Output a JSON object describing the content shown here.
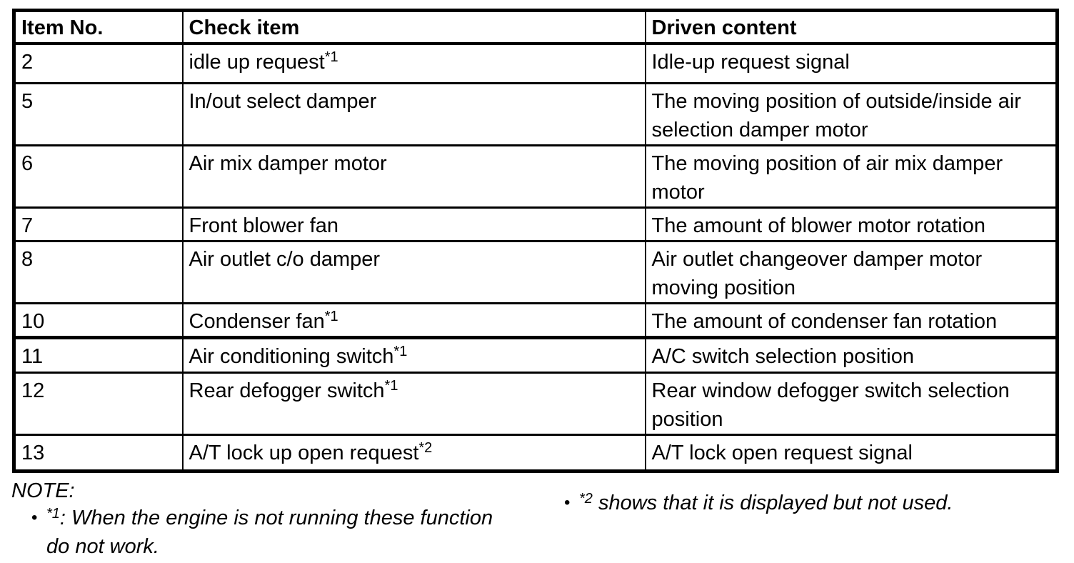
{
  "table": {
    "columns": [
      "Item No.",
      "Check item",
      "Driven content"
    ],
    "rows": [
      {
        "item_no": "2",
        "check_item": "idle up request",
        "check_item_sup": "*1",
        "driven_content": "Idle-up request signal"
      },
      {
        "item_no": "5",
        "check_item": "In/out select damper",
        "check_item_sup": "",
        "driven_content": "The moving position of outside/inside air selection damper motor"
      },
      {
        "item_no": "6",
        "check_item": "Air mix damper motor",
        "check_item_sup": "",
        "driven_content": "The moving position of air mix damper motor"
      },
      {
        "item_no": "7",
        "check_item": "Front blower fan",
        "check_item_sup": "",
        "driven_content": "The amount of blower motor rotation"
      },
      {
        "item_no": "8",
        "check_item": "Air outlet c/o damper",
        "check_item_sup": "",
        "driven_content": "Air outlet changeover damper motor moving position"
      },
      {
        "item_no": "10",
        "check_item": "Condenser fan",
        "check_item_sup": "*1",
        "driven_content": "The amount of condenser fan rotation"
      },
      {
        "item_no": "11",
        "check_item": "Air conditioning switch",
        "check_item_sup": "*1",
        "driven_content": "A/C switch selection position"
      },
      {
        "item_no": "12",
        "check_item": "Rear defogger switch",
        "check_item_sup": "*1",
        "driven_content": "Rear window defogger switch selection position"
      },
      {
        "item_no": "13",
        "check_item": "A/T lock up open request",
        "check_item_sup": "*2",
        "driven_content": "A/T lock open request signal"
      }
    ]
  },
  "notes": {
    "label": "NOTE:",
    "bullet": "•",
    "items": [
      {
        "sup": "*1",
        "text": ": When the engine is not running these function do not work."
      },
      {
        "sup": "*2",
        "text": " shows that it is displayed but not used."
      }
    ]
  },
  "colors": {
    "ink": "#000000",
    "paper": "#ffffff"
  }
}
